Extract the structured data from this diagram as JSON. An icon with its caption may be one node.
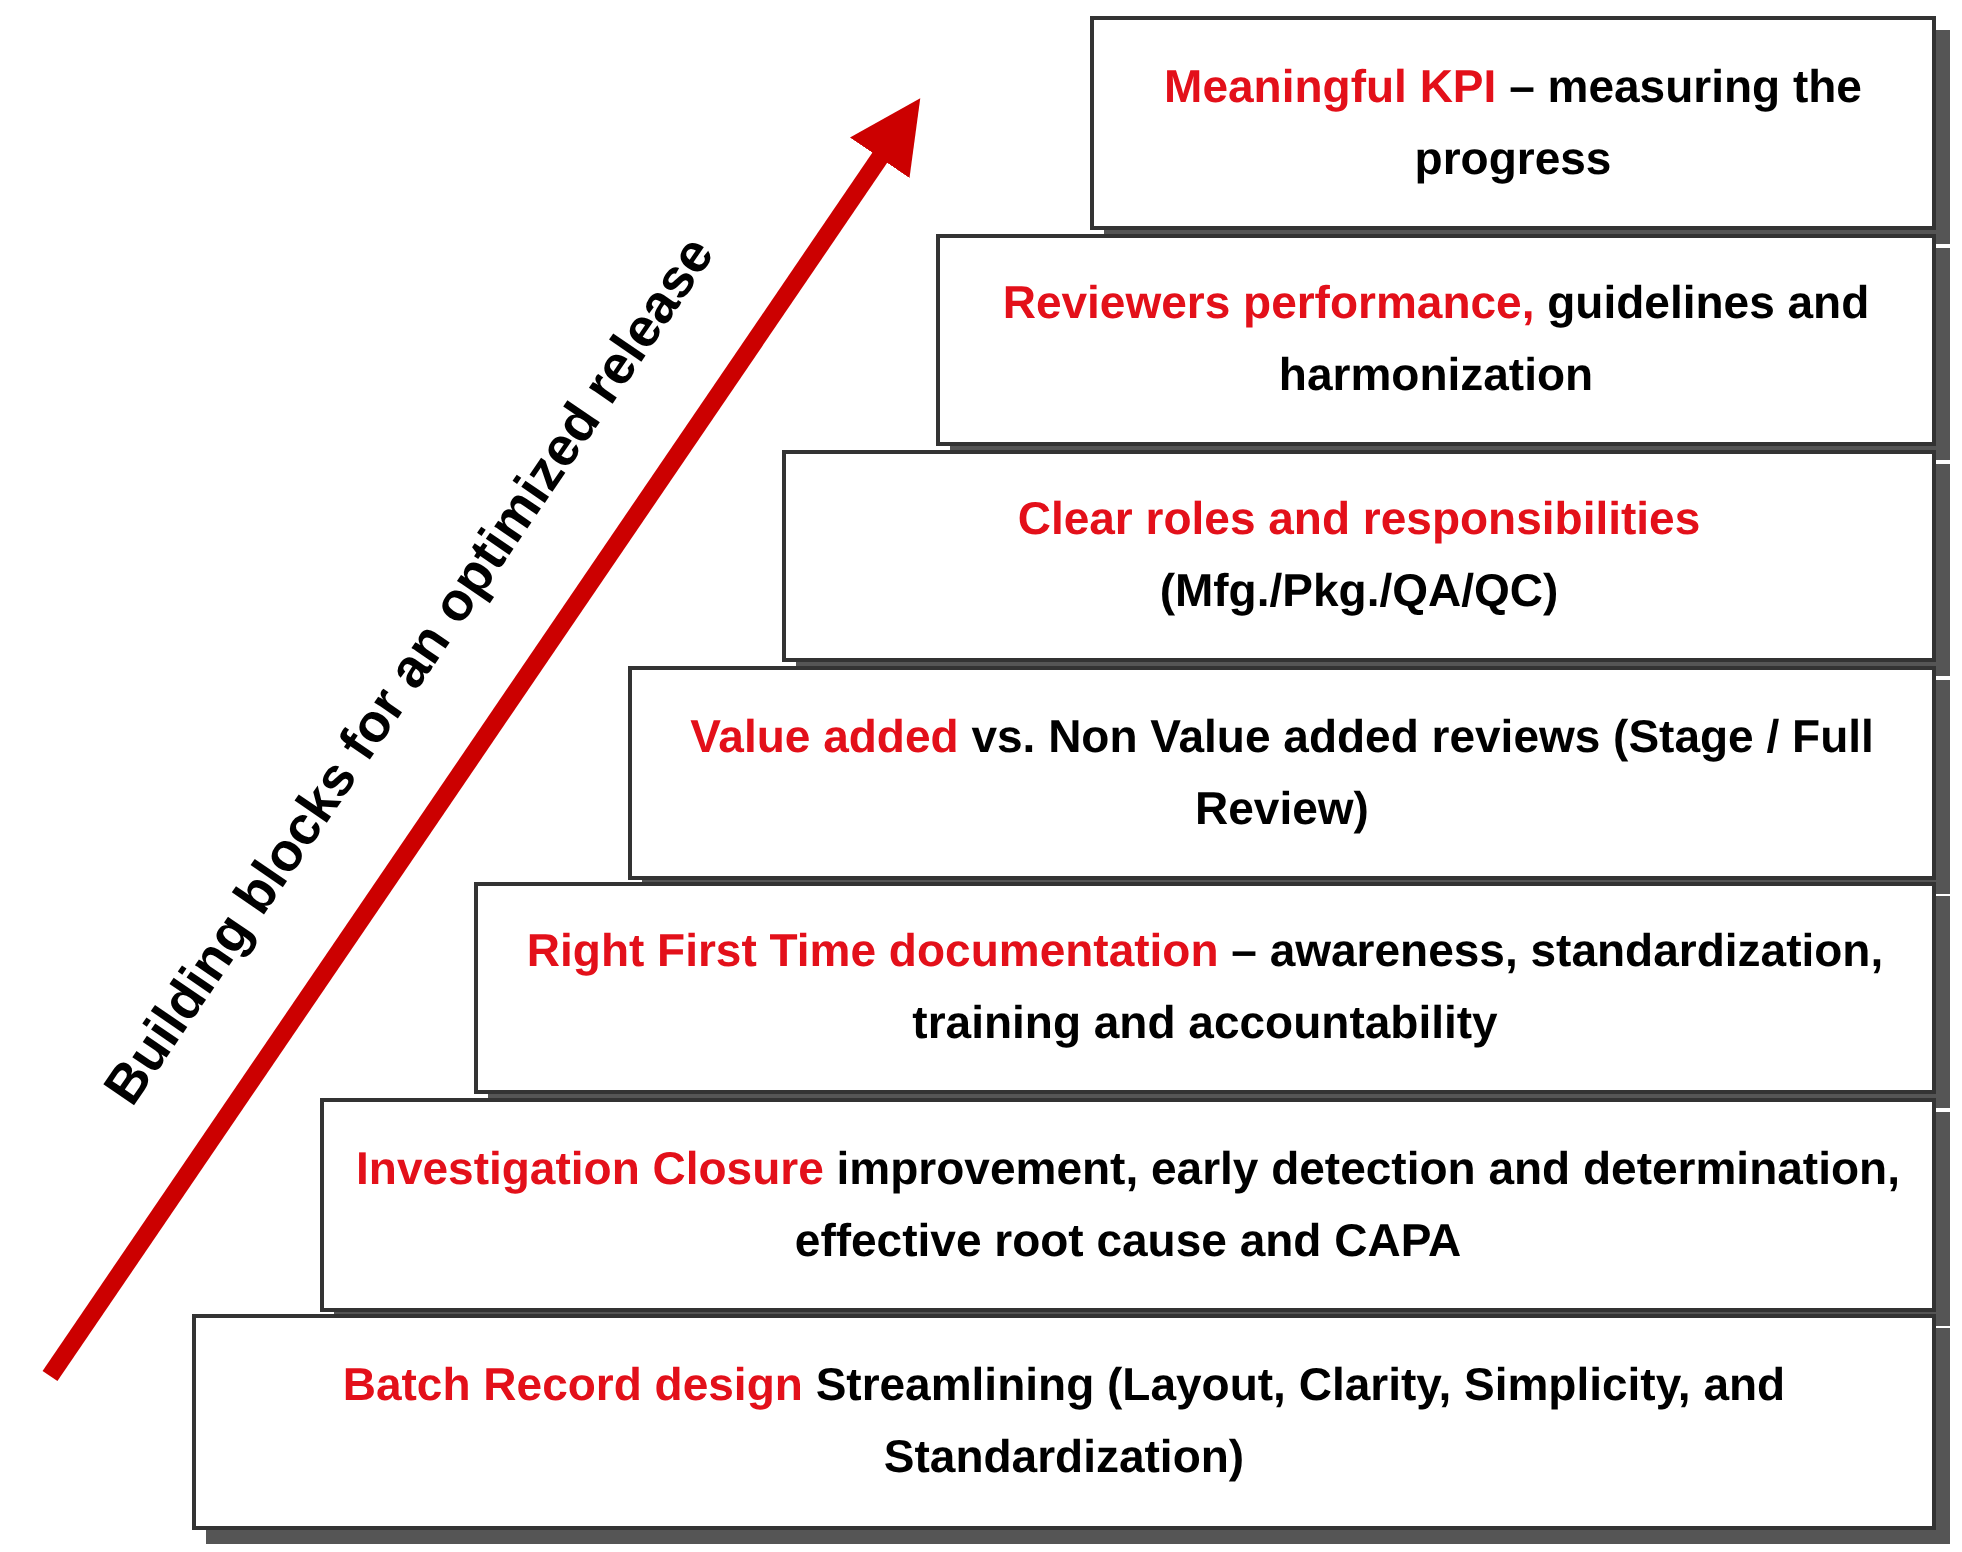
{
  "diagram": {
    "nodes": [
      {
        "text": [
          "Meaningful KPI",
          "– measuring the progress"
        ]
      },
      {
        "text": [
          "Reviewers performance,",
          "guidelines and harmonization"
        ]
      },
      {
        "text": [
          "Clear roles and responsibilities",
          "(Mfg./Pkg./QA/QC)"
        ]
      },
      {
        "text": [
          "Value added",
          "vs. Non Value added reviews (Stage / Full Review)"
        ]
      },
      {
        "text": [
          "Right First Time documentation",
          "– awareness, standardization, training and accountability"
        ]
      },
      {
        "text": [
          "Investigation Closure",
          "improvement, early detection and determination, effective root cause and CAPA"
        ]
      },
      {
        "text": [
          "Batch Record design",
          "Streamlining (Layout, Clarity, Simplicity, and Standardization)"
        ]
      }
    ],
    "labels": [
      "Building blocks for an optimized release"
    ]
  }
}
